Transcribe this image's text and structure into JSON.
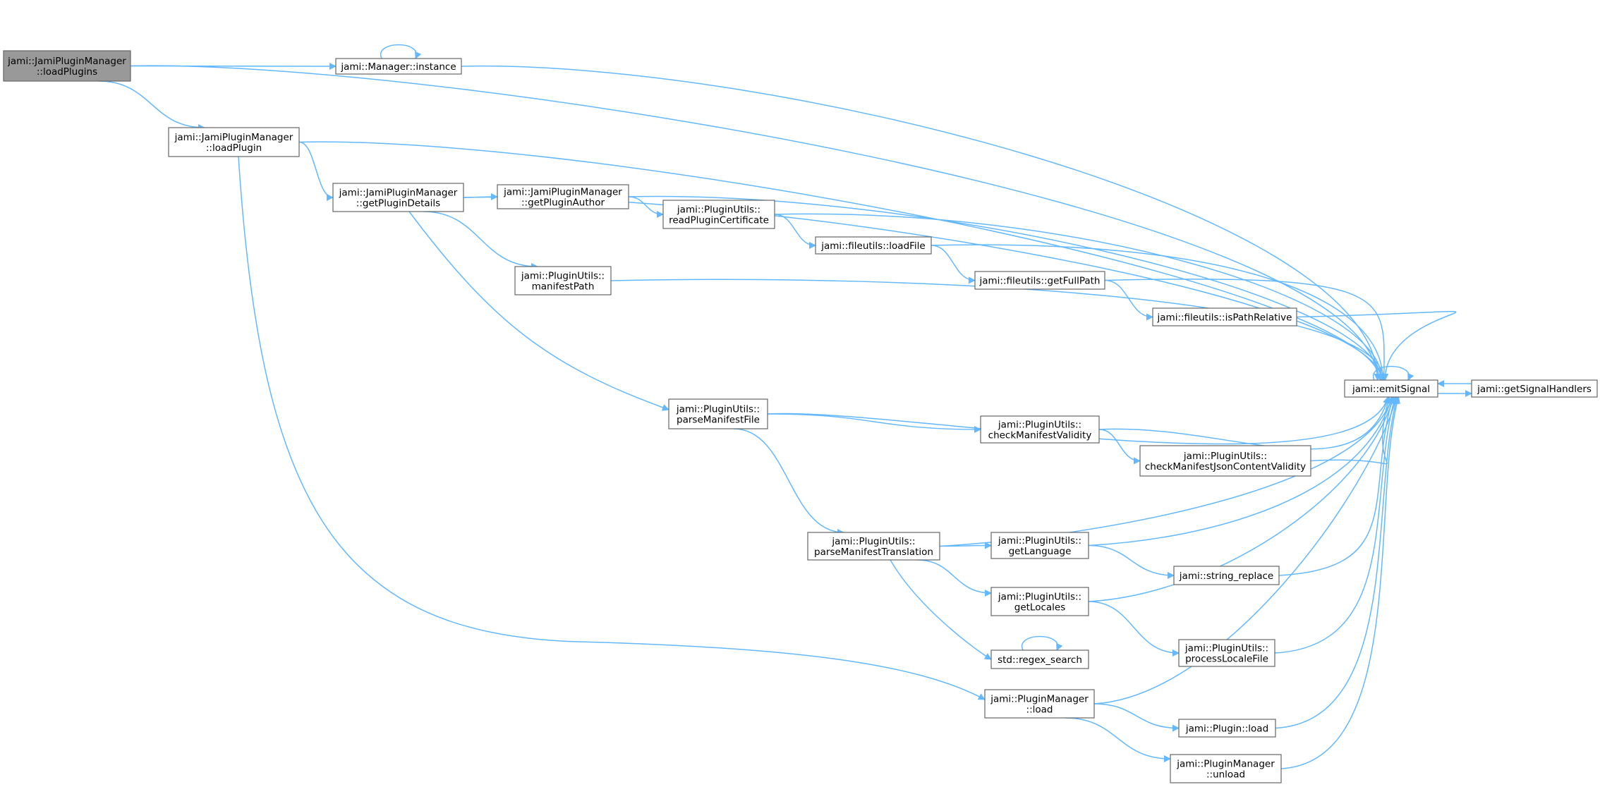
{
  "colors": {
    "edge": "#63b8ff",
    "node_border": "#666666",
    "root_fill": "#999999",
    "node_fill": "#ffffff"
  },
  "nodes": {
    "loadPlugins": [
      "jami::JamiPluginManager",
      "::loadPlugins"
    ],
    "managerInstance": [
      "jami::Manager::instance"
    ],
    "loadPlugin": [
      "jami::JamiPluginManager",
      "::loadPlugin"
    ],
    "getPluginDetails": [
      "jami::JamiPluginManager",
      "::getPluginDetails"
    ],
    "getPluginAuthor": [
      "jami::JamiPluginManager",
      "::getPluginAuthor"
    ],
    "readPluginCertificate": [
      "jami::PluginUtils::",
      "readPluginCertificate"
    ],
    "loadFile": [
      "jami::fileutils::loadFile"
    ],
    "manifestPath": [
      "jami::PluginUtils::",
      "manifestPath"
    ],
    "getFullPath": [
      "jami::fileutils::getFullPath"
    ],
    "isPathRelative": [
      "jami::fileutils::isPathRelative"
    ],
    "emitSignal": [
      "jami::emitSignal"
    ],
    "getSignalHandlers": [
      "jami::getSignalHandlers"
    ],
    "parseManifestFile": [
      "jami::PluginUtils::",
      "parseManifestFile"
    ],
    "checkManifestValidity": [
      "jami::PluginUtils::",
      "checkManifestValidity"
    ],
    "checkManifestJsonContentValidity": [
      "jami::PluginUtils::",
      "checkManifestJsonContentValidity"
    ],
    "parseManifestTranslation": [
      "jami::PluginUtils::",
      "parseManifestTranslation"
    ],
    "getLanguage": [
      "jami::PluginUtils::",
      "getLanguage"
    ],
    "stringReplace": [
      "jami::string_replace"
    ],
    "getLocales": [
      "jami::PluginUtils::",
      "getLocales"
    ],
    "processLocaleFile": [
      "jami::PluginUtils::",
      "processLocaleFile"
    ],
    "regexSearch": [
      "std::regex_search"
    ],
    "pluginManagerLoad": [
      "jami::PluginManager",
      "::load"
    ],
    "pluginLoad": [
      "jami::Plugin::load"
    ],
    "pluginManagerUnload": [
      "jami::PluginManager",
      "::unload"
    ]
  },
  "edges": [
    [
      "loadPlugins",
      "emitSignal"
    ],
    [
      "loadPlugins",
      "managerInstance"
    ],
    [
      "loadPlugins",
      "loadPlugin"
    ],
    [
      "managerInstance",
      "managerInstance"
    ],
    [
      "managerInstance",
      "emitSignal"
    ],
    [
      "loadPlugin",
      "emitSignal"
    ],
    [
      "loadPlugin",
      "getPluginDetails"
    ],
    [
      "loadPlugin",
      "pluginManagerLoad"
    ],
    [
      "getPluginDetails",
      "emitSignal"
    ],
    [
      "getPluginDetails",
      "getPluginAuthor"
    ],
    [
      "getPluginDetails",
      "manifestPath"
    ],
    [
      "getPluginDetails",
      "parseManifestFile"
    ],
    [
      "getPluginAuthor",
      "emitSignal"
    ],
    [
      "getPluginAuthor",
      "readPluginCertificate"
    ],
    [
      "readPluginCertificate",
      "emitSignal"
    ],
    [
      "readPluginCertificate",
      "loadFile"
    ],
    [
      "loadFile",
      "emitSignal"
    ],
    [
      "loadFile",
      "getFullPath"
    ],
    [
      "getFullPath",
      "emitSignal"
    ],
    [
      "getFullPath",
      "isPathRelative"
    ],
    [
      "isPathRelative",
      "emitSignal"
    ],
    [
      "manifestPath",
      "emitSignal"
    ],
    [
      "emitSignal",
      "emitSignal"
    ],
    [
      "emitSignal",
      "getSignalHandlers"
    ],
    [
      "getSignalHandlers",
      "emitSignal"
    ],
    [
      "parseManifestFile",
      "emitSignal"
    ],
    [
      "parseManifestFile",
      "checkManifestValidity"
    ],
    [
      "parseManifestFile",
      "parseManifestTranslation"
    ],
    [
      "checkManifestValidity",
      "emitSignal"
    ],
    [
      "checkManifestValidity",
      "checkManifestJsonContentValidity"
    ],
    [
      "checkManifestJsonContentValidity",
      "emitSignal"
    ],
    [
      "parseManifestTranslation",
      "emitSignal"
    ],
    [
      "parseManifestTranslation",
      "getLanguage"
    ],
    [
      "parseManifestTranslation",
      "getLocales"
    ],
    [
      "parseManifestTranslation",
      "regexSearch"
    ],
    [
      "getLanguage",
      "emitSignal"
    ],
    [
      "getLanguage",
      "stringReplace"
    ],
    [
      "stringReplace",
      "emitSignal"
    ],
    [
      "getLocales",
      "emitSignal"
    ],
    [
      "getLocales",
      "processLocaleFile"
    ],
    [
      "processLocaleFile",
      "emitSignal"
    ],
    [
      "regexSearch",
      "regexSearch"
    ],
    [
      "pluginManagerLoad",
      "emitSignal"
    ],
    [
      "pluginManagerLoad",
      "pluginLoad"
    ],
    [
      "pluginManagerLoad",
      "pluginManagerUnload"
    ],
    [
      "pluginLoad",
      "emitSignal"
    ],
    [
      "pluginManagerUnload",
      "emitSignal"
    ]
  ]
}
